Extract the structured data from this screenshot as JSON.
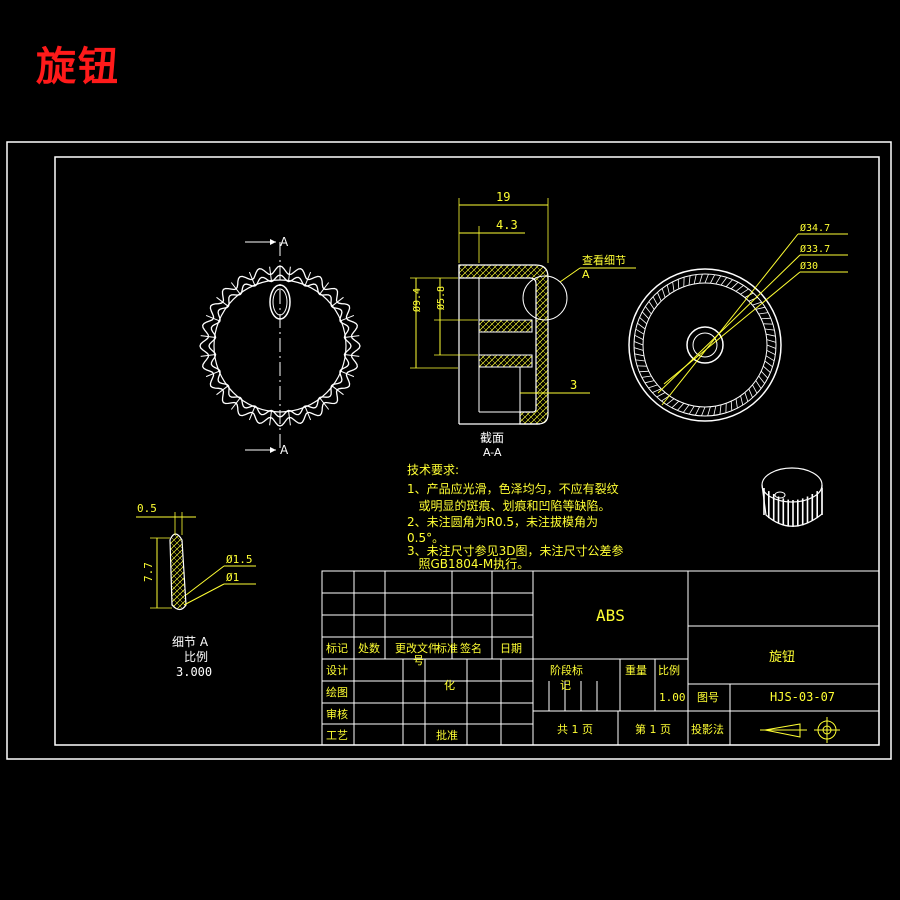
{
  "title": "旋钮",
  "colors": {
    "outline": "#ffffff",
    "annotation": "#ffff33",
    "title": "#ff1a1a",
    "background": "#000000"
  },
  "section_label": "A",
  "section_caption": "截面",
  "section_caption_sub": "A-A",
  "detail_callout": "查看细节",
  "detail_callout_sub": "A",
  "dims": {
    "d19": "19",
    "d4_3": "4.3",
    "d3": "3",
    "d9_4": "Ø9.4",
    "d5_8": "Ø5.8",
    "d34_7": "Ø34.7",
    "d33_7": "Ø33.7",
    "d30": "Ø30",
    "d0_5": "0.5",
    "d7_7": "7.7",
    "d1_5": "Ø1.5",
    "d1": "Ø1"
  },
  "detail_label": "细节 A",
  "detail_scale_label": "比例",
  "detail_scale_value": "3.000",
  "tech": {
    "heading": "技术要求:",
    "lines": [
      "1、产品应光滑，色泽均匀，不应有裂纹",
      "   或明显的斑痕、划痕和凹陷等缺陷。",
      "2、未注圆角为R0.5，未注拔模角为",
      "0.5°。",
      "3、未注尺寸参见3D图，未注尺寸公差参",
      "   照GB1804-M执行。"
    ]
  },
  "title_block": {
    "material": "ABS",
    "part_name": "旋钮",
    "drawing_no_label": "图号",
    "drawing_no": "HJS-03-07",
    "headers": [
      "标记",
      "处数",
      "更改文件",
      "号",
      "签名",
      "日期"
    ],
    "rows": [
      "设计",
      "绘图",
      "审核",
      "工艺"
    ],
    "standardize": "标准",
    "standardize2": "化",
    "approve": "批准",
    "stage_mark": "阶段标",
    "stage_mark2": "记",
    "weight": "重量",
    "scale": "比例",
    "scale_value": "1.00",
    "sheets_total": "共 1 页",
    "sheet_no": "第 1 页",
    "projection": "投影法"
  }
}
